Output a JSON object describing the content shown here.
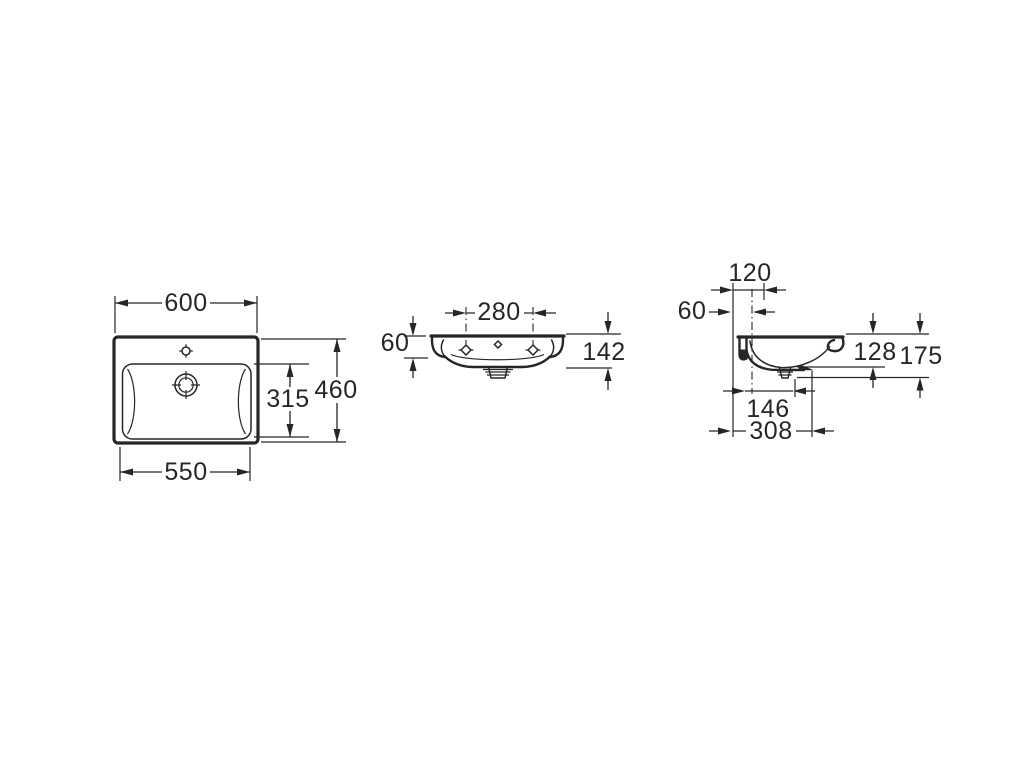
{
  "page": {
    "background": "#ffffff",
    "line_color": "#262626",
    "description": "Washbasin technical dimension drawing, three orthographic views"
  },
  "drawing": {
    "views": {
      "top": {
        "label": "top-view-plan",
        "overall_width": "600",
        "overall_depth": "460",
        "bowl_depth": "315",
        "bowl_width": "550"
      },
      "front": {
        "label": "front-view-elevation",
        "taphole_spacing": "280",
        "rim_height": "60",
        "overall_height": "142"
      },
      "side": {
        "label": "side-view-section",
        "fixing_hole_offset": "120",
        "wall_offset": "60",
        "basin_inner_height": "128",
        "overall_height": "175",
        "drain_center_offset": "146",
        "overall_projection": "308"
      }
    }
  }
}
